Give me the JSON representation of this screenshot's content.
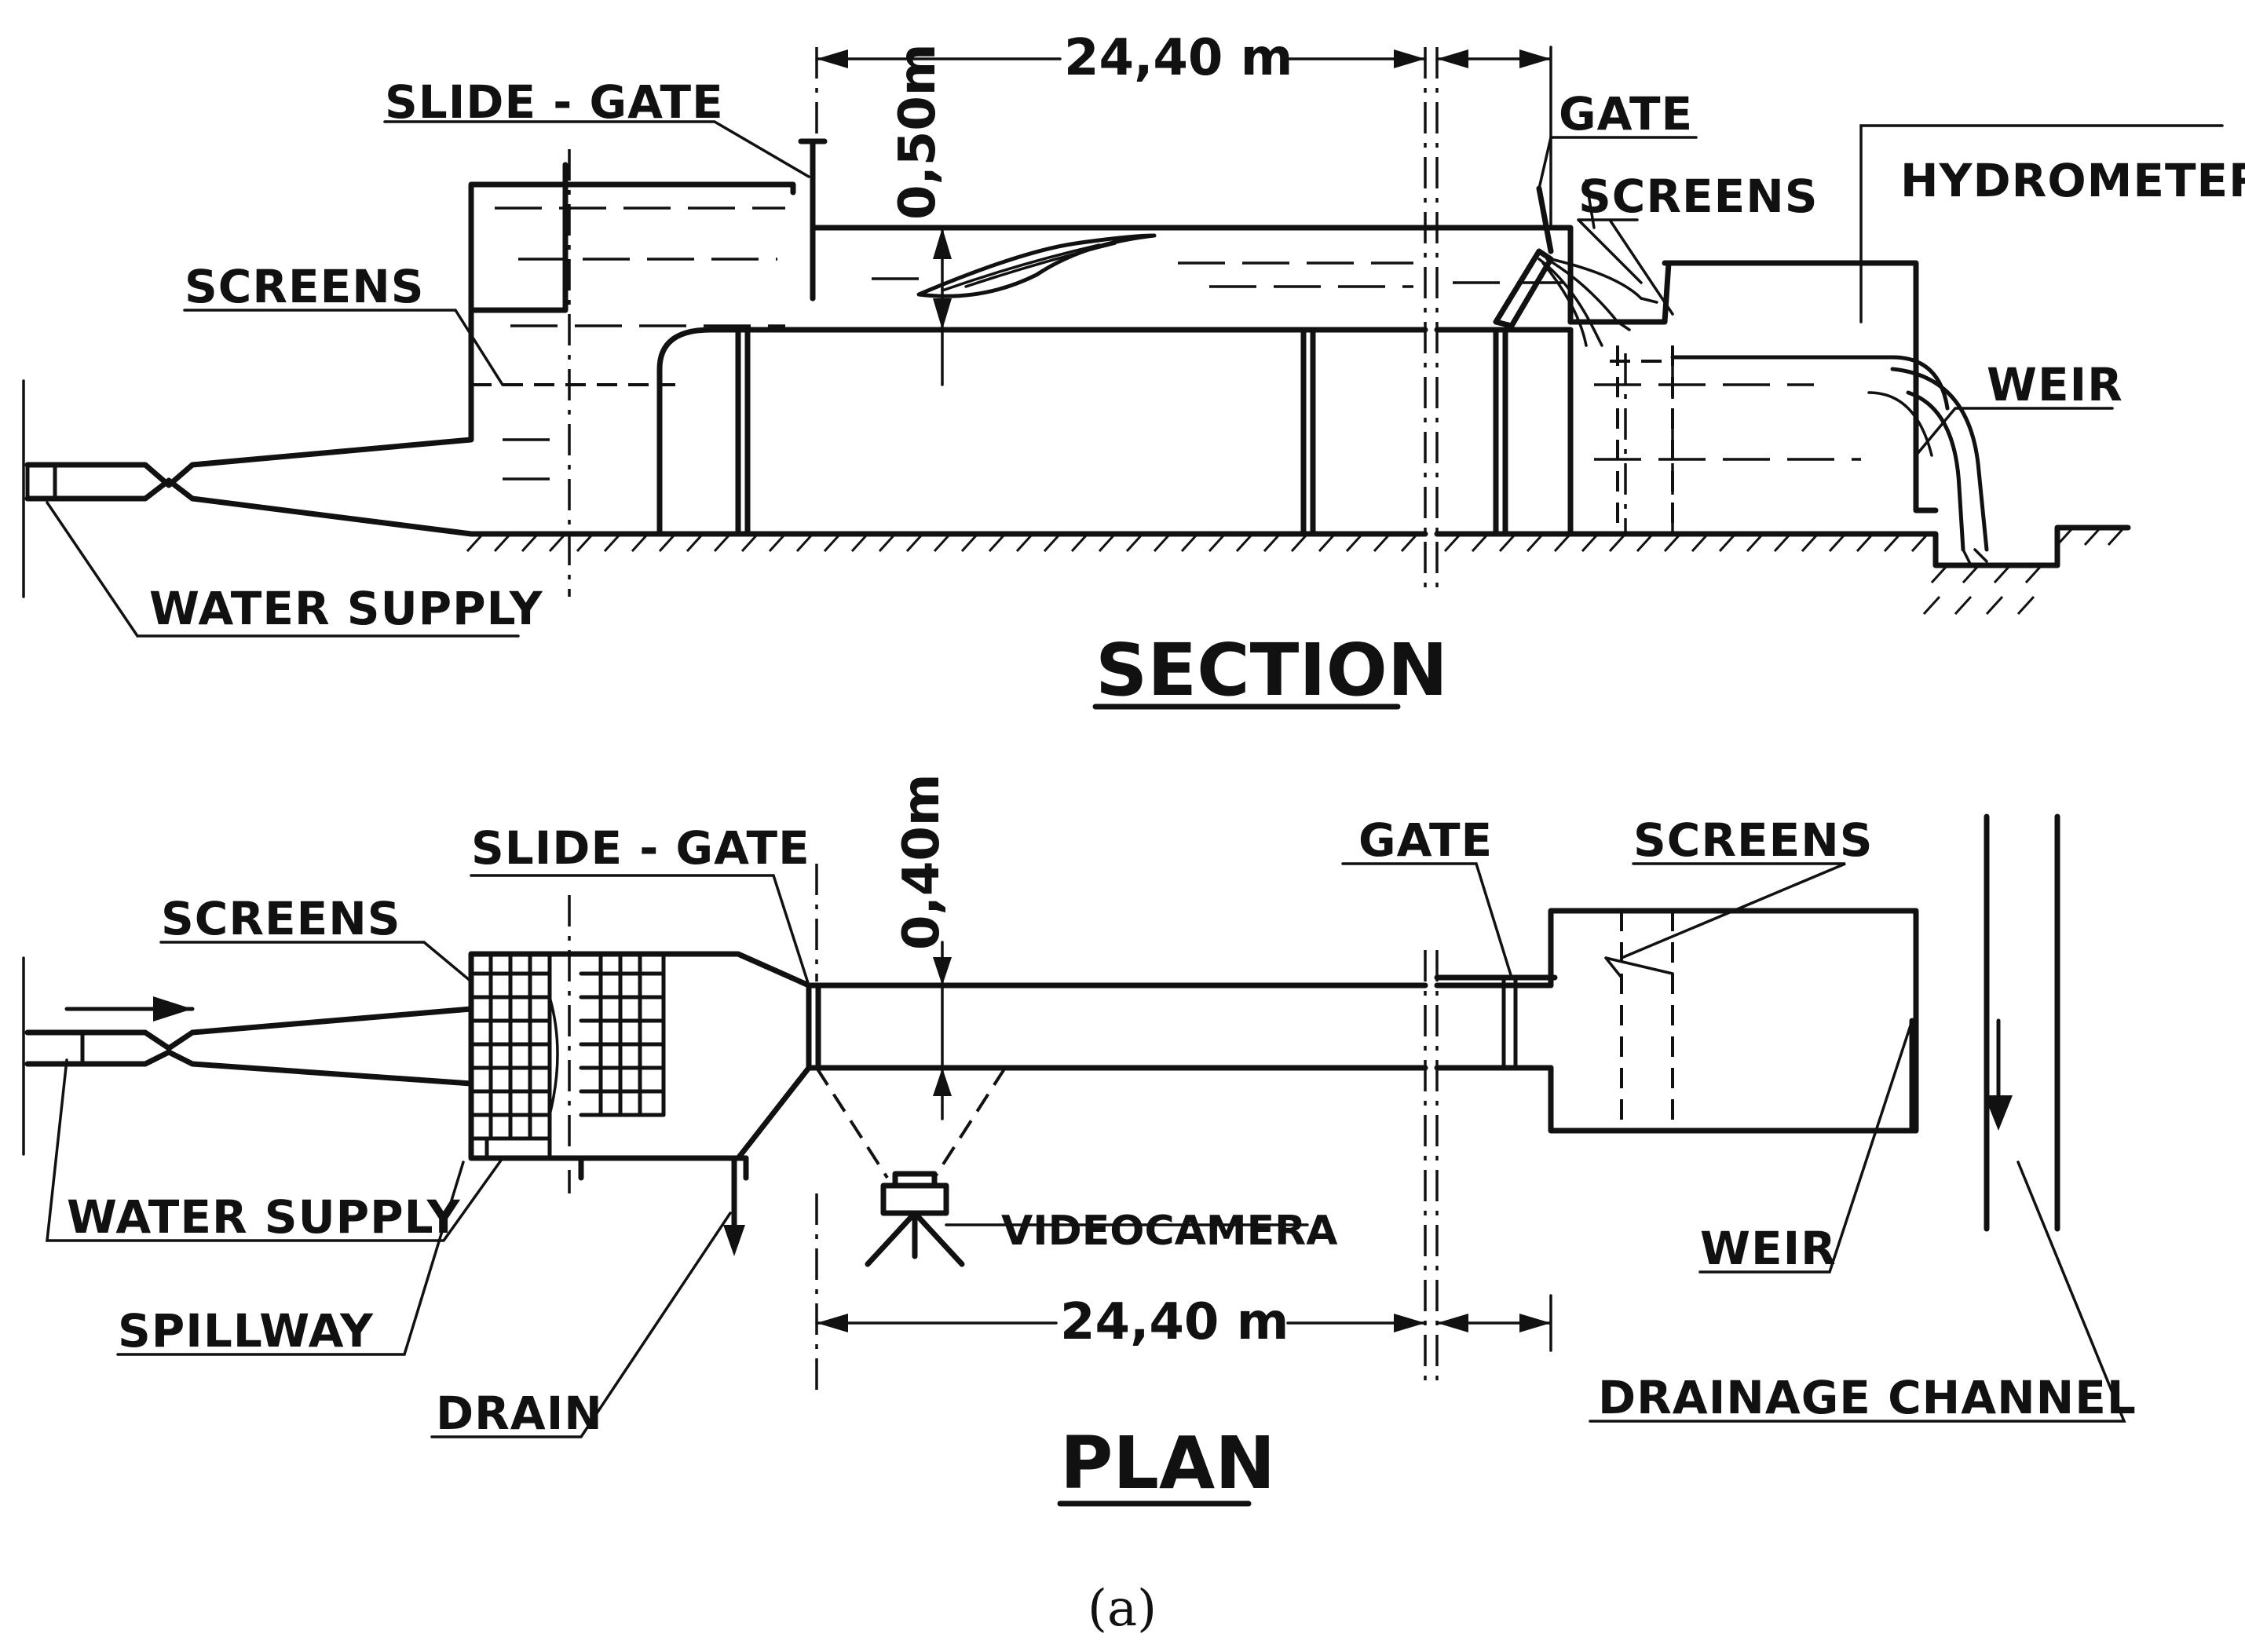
{
  "section": {
    "title": "SECTION",
    "labels": {
      "slide_gate": "SLIDE - GATE",
      "screens_left": "SCREENS",
      "water_supply": "WATER SUPPLY",
      "gate": "GATE",
      "screens_right": "SCREENS",
      "hydrometer": "HYDROMETER",
      "weir": "WEIR"
    },
    "dims": {
      "length": "24,40 m",
      "height": "0,50m"
    }
  },
  "plan": {
    "title": "PLAN",
    "labels": {
      "slide_gate": "SLIDE - GATE",
      "screens_left": "SCREENS",
      "water_supply": "WATER SUPPLY",
      "spillway": "SPILLWAY",
      "drain": "DRAIN",
      "videocamera": "VIDEOCAMERA",
      "gate": "GATE",
      "screens_right": "SCREENS",
      "weir": "WEIR",
      "drainage_channel": "DRAINAGE CHANNEL"
    },
    "dims": {
      "length": "24,40 m",
      "width": "0,40m"
    }
  },
  "caption": "(a)",
  "colors": {
    "ink": "#111111",
    "background": "#ffffff"
  }
}
